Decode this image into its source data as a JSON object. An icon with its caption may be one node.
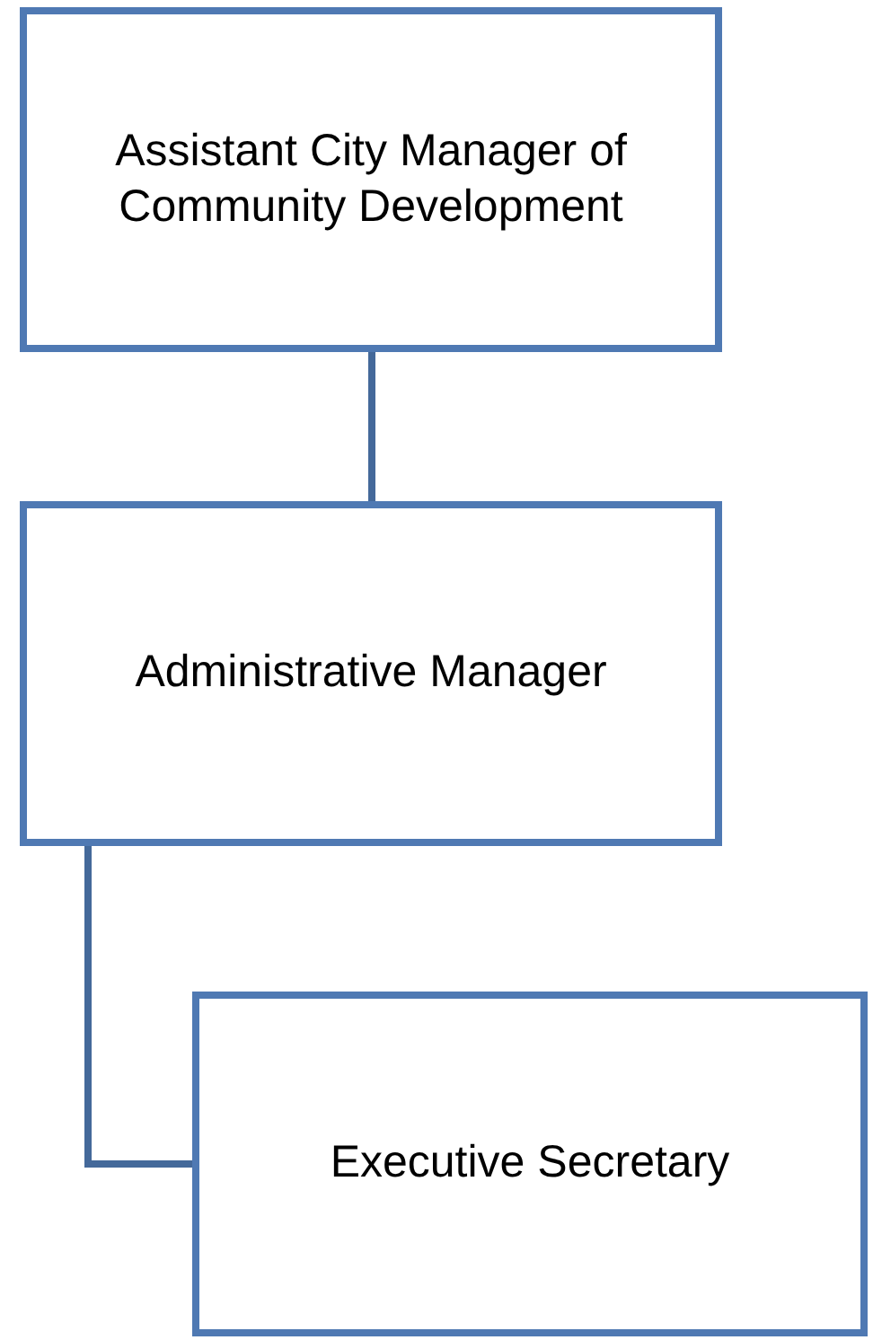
{
  "diagram": {
    "nodes": [
      {
        "text": [
          "Assistant City Manager of Community Development"
        ]
      },
      {
        "text": [
          "Administrative Manager"
        ]
      },
      {
        "text": [
          "Executive Secretary"
        ]
      }
    ],
    "edges": [
      {
        "from": 0,
        "to": 1,
        "arrow": "none"
      },
      {
        "from": 1,
        "to": 2,
        "arrow": "none"
      }
    ]
  }
}
